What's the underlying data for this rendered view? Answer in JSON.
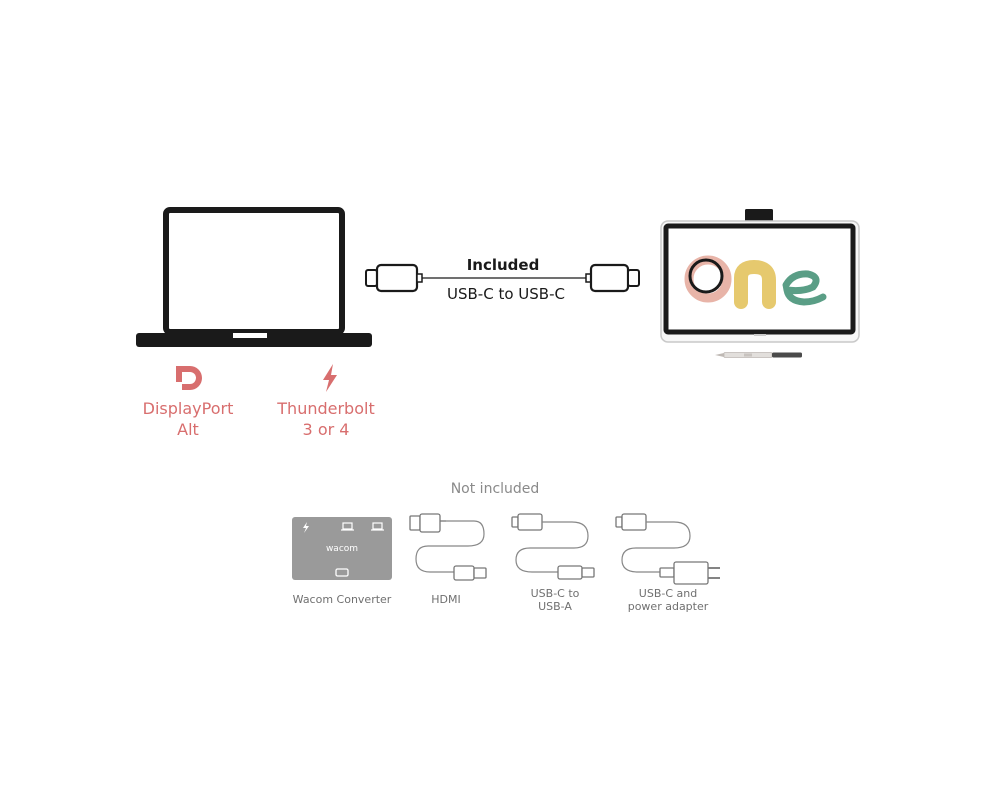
{
  "colors": {
    "outline": "#1a1a1a",
    "accent": "#d86e6e",
    "muted": "#8a8a8a",
    "converter_fill": "#9a9a9a",
    "logo_o": "#e8b4a8",
    "logo_n": "#e6c96e",
    "logo_e": "#5a9e86"
  },
  "computer": {
    "ports": [
      {
        "icon": "displayport-icon",
        "label_line1": "DisplayPort",
        "label_line2": "Alt"
      },
      {
        "icon": "thunderbolt-icon",
        "label_line1": "Thunderbolt",
        "label_line2": "3 or 4"
      }
    ]
  },
  "included_cable": {
    "heading": "Included",
    "name": "USB-C to USB-C"
  },
  "display": {
    "logo_text": "One"
  },
  "not_included": {
    "heading": "Not included",
    "items": [
      {
        "name": "wacom-converter",
        "label_line1": "Wacom Converter",
        "label_line2": "",
        "brand": "wacom"
      },
      {
        "name": "hdmi-cable",
        "label_line1": "HDMI",
        "label_line2": ""
      },
      {
        "name": "usbc-to-usba-cable",
        "label_line1": "USB-C to",
        "label_line2": "USB-A"
      },
      {
        "name": "usbc-power-adapter",
        "label_line1": "USB-C and",
        "label_line2": "power adapter"
      }
    ]
  }
}
